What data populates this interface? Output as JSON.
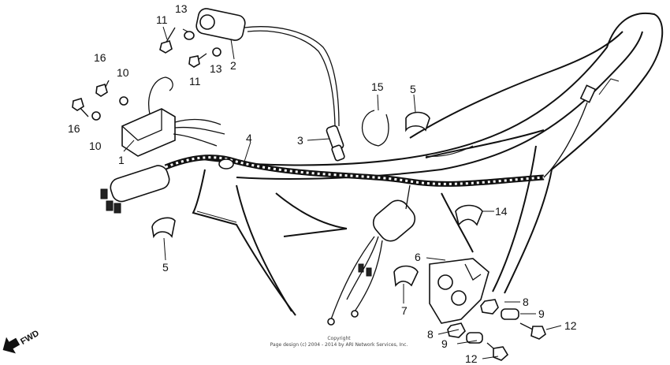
{
  "callouts": {
    "c1": "1",
    "c2": "2",
    "c3": "3",
    "c4": "4",
    "c5a": "5",
    "c5b": "5",
    "c6": "6",
    "c7": "7",
    "c8a": "8",
    "c8b": "8",
    "c9a": "9",
    "c9b": "9",
    "c10a": "10",
    "c10b": "10",
    "c11a": "11",
    "c11b": "11",
    "c12a": "12",
    "c12b": "12",
    "c13a": "13",
    "c13b": "13",
    "c14": "14",
    "c15": "15",
    "c16a": "16",
    "c16b": "16"
  },
  "direction_label": "FWD",
  "copyright_line1": "Copyright",
  "copyright_line2": "Page design (c) 2004 - 2014 by ARI Network Services, Inc."
}
